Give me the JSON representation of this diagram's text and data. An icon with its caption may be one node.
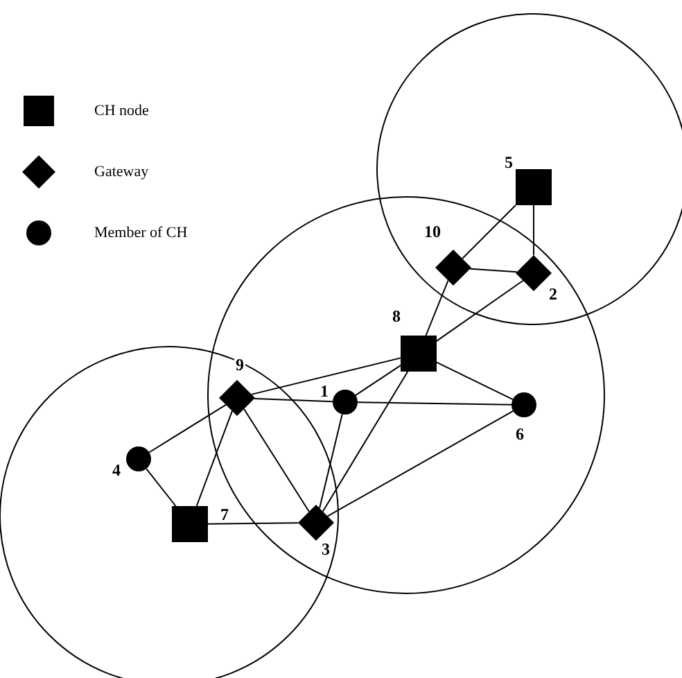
{
  "diagram": {
    "nodes": [
      {
        "text": [],
        "shape": "box",
        "beside": [
          "5"
        ]
      },
      {
        "text": [],
        "shape": "diamond",
        "beside": [
          "10"
        ]
      },
      {
        "text": [],
        "shape": "diamond",
        "beside": [
          "2"
        ]
      },
      {
        "text": [],
        "shape": "box",
        "beside": [
          "8"
        ]
      },
      {
        "text": [],
        "shape": "diamond",
        "beside": [
          "9"
        ]
      },
      {
        "text": [],
        "shape": "circle",
        "beside": [
          "1"
        ]
      },
      {
        "text": [],
        "shape": "circle",
        "beside": [
          "6"
        ]
      },
      {
        "text": [],
        "shape": "circle",
        "beside": [
          "4"
        ]
      },
      {
        "text": [],
        "shape": "box",
        "beside": [
          "7"
        ]
      },
      {
        "text": [],
        "shape": "diamond",
        "beside": [
          "3"
        ]
      }
    ],
    "edges": [
      {
        "from": 0,
        "to": 1,
        "arrow": "none"
      },
      {
        "from": 0,
        "to": 2,
        "arrow": "none"
      },
      {
        "from": 1,
        "to": 2,
        "arrow": "none"
      },
      {
        "from": 1,
        "to": 3,
        "arrow": "none"
      },
      {
        "from": 2,
        "to": 3,
        "arrow": "none"
      },
      {
        "from": 3,
        "to": 4,
        "arrow": "none"
      },
      {
        "from": 3,
        "to": 5,
        "arrow": "none"
      },
      {
        "from": 3,
        "to": 6,
        "arrow": "none"
      },
      {
        "from": 3,
        "to": 9,
        "arrow": "none"
      },
      {
        "from": 4,
        "to": 5,
        "arrow": "none"
      },
      {
        "from": 5,
        "to": 6,
        "arrow": "none"
      },
      {
        "from": 4,
        "to": 7,
        "arrow": "none"
      },
      {
        "from": 4,
        "to": 8,
        "arrow": "none"
      },
      {
        "from": 4,
        "to": 9,
        "arrow": "none"
      },
      {
        "from": 5,
        "to": 9,
        "arrow": "none"
      },
      {
        "from": 9,
        "to": 6,
        "arrow": "none"
      },
      {
        "from": 8,
        "to": 7,
        "arrow": "none"
      },
      {
        "from": 8,
        "to": 9,
        "arrow": "none"
      }
    ],
    "legend": [
      {
        "text": "CH node"
      },
      {
        "text": "Gateway"
      },
      {
        "text": "Member of CH"
      }
    ]
  }
}
